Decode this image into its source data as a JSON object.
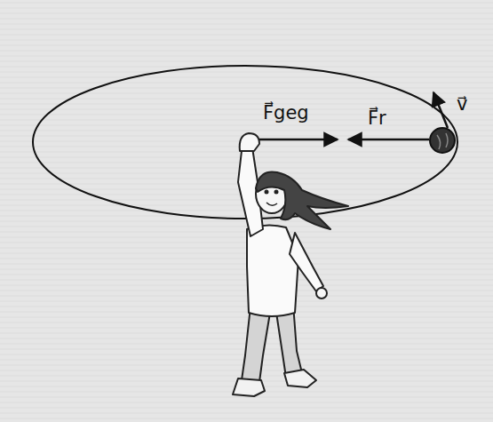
{
  "diagram": {
    "labels": [
      "F⃗geg",
      "F⃗r",
      "v⃗"
    ]
  }
}
